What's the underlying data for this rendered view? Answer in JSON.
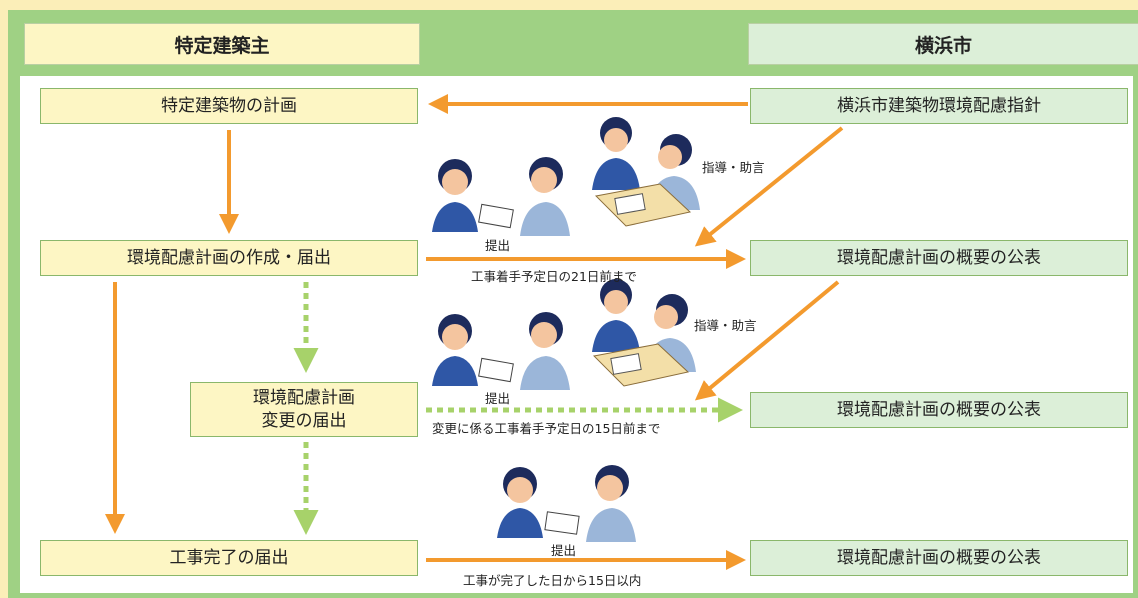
{
  "headers": {
    "left": "特定建築主",
    "right": "横浜市"
  },
  "left_boxes": {
    "plan": "特定建築物の計画",
    "create_submit": "環境配慮計画の作成・届出",
    "change_line1": "環境配慮計画",
    "change_line2": "変更の届出",
    "completion": "工事完了の届出"
  },
  "right_boxes": {
    "guideline": "横浜市建築物環境配慮指針",
    "publish_1": "環境配慮計画の概要の公表",
    "publish_2": "環境配慮計画の概要の公表",
    "publish_3": "環境配慮計画の概要の公表"
  },
  "labels": {
    "guidance_1": "指導・助言",
    "guidance_2": "指導・助言",
    "submit_1": "提出",
    "submit_2": "提出",
    "submit_3": "提出",
    "deadline_1": "工事着手予定日の21日前まで",
    "deadline_2": "変更に係る工事着手予定日の15日前まで",
    "deadline_3": "工事が完了した日から15日以内"
  },
  "colors": {
    "orange_arrow": "#f39a2e",
    "green_dotted_arrow": "#a7d26a",
    "yellow_box": "#fdf6c4",
    "green_box": "#dcefd8",
    "frame_green": "#9fd184"
  }
}
